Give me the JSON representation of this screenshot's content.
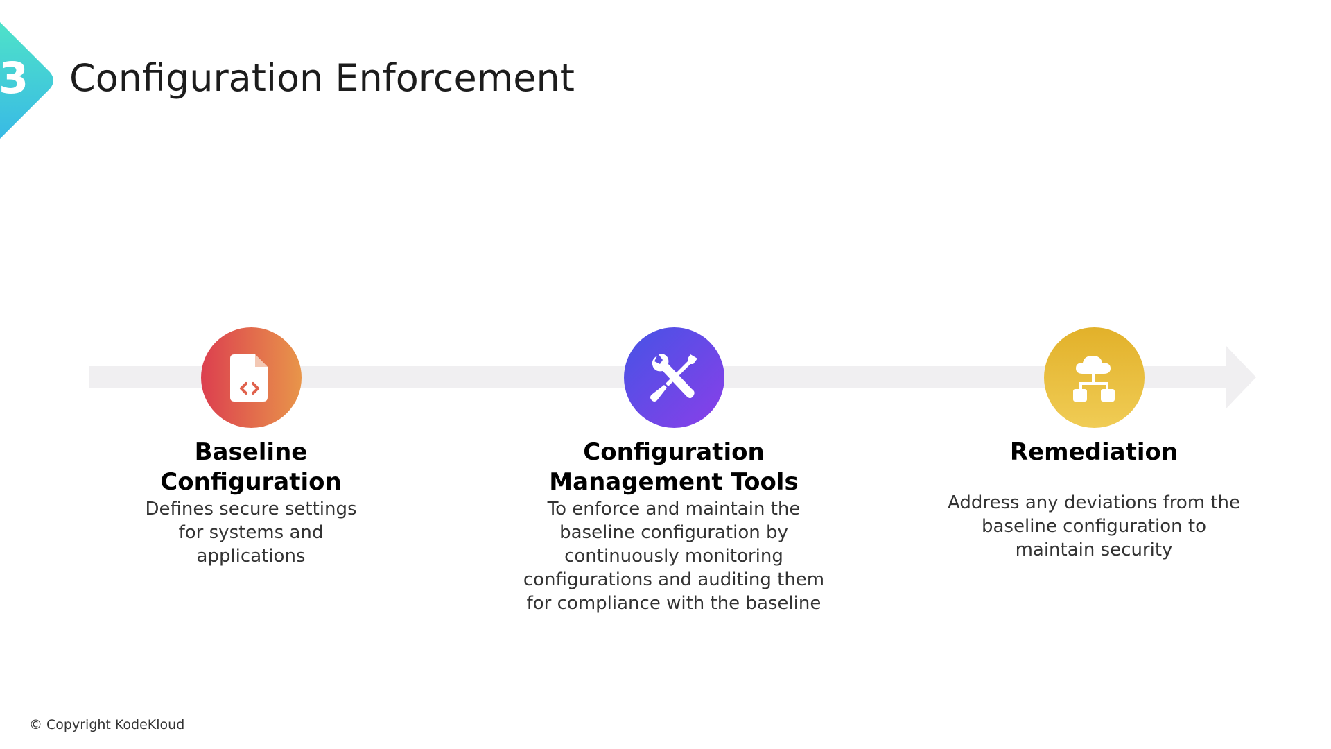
{
  "slide": {
    "badge_number": "3",
    "title": "Configuration Enforcement",
    "copyright": "© Copyright KodeKloud"
  },
  "steps": [
    {
      "title": "Baseline\nConfiguration",
      "description": "Defines secure settings\nfor systems and\napplications",
      "icon": "code-file-icon",
      "gradient": [
        "#dc3f4f",
        "#e8954a"
      ]
    },
    {
      "title": "Configuration\nManagement Tools",
      "description": "To enforce and maintain the\nbaseline configuration by\ncontinuously monitoring\nconfigurations and auditing them\nfor compliance with the baseline",
      "icon": "wrench-screwdriver-icon",
      "gradient": [
        "#4653e6",
        "#8a3fe8"
      ]
    },
    {
      "title": "Remediation",
      "description": "\nAddress any deviations from the\nbaseline configuration to\nmaintain security",
      "icon": "cloud-network-icon",
      "gradient": [
        "#e2b12a",
        "#f0cc55"
      ]
    }
  ],
  "colors": {
    "badge_top": "#3ed6c8",
    "badge_bottom": "#3ec4e0",
    "arrow_track": "#f0eff1"
  }
}
